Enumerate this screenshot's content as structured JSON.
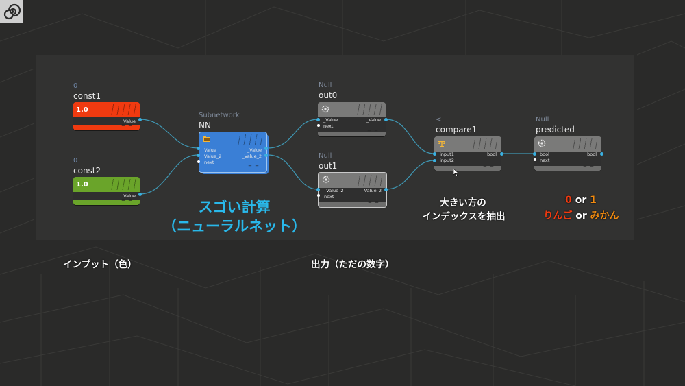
{
  "nodes": {
    "const1": {
      "index": "0",
      "name": "const1",
      "value": "1.0",
      "out_port": "Value",
      "color": "#f03a10"
    },
    "const2": {
      "index": "0",
      "name": "const2",
      "value": "1.0",
      "out_port": "Value",
      "color": "#6aa42a"
    },
    "nn": {
      "type": "Subnetwork",
      "name": "NN",
      "in_ports": [
        "Value",
        "Value_2",
        "next"
      ],
      "out_ports": [
        "_Value",
        "_Value_2"
      ],
      "color": "#3a7fd6"
    },
    "out0": {
      "type": "Null",
      "name": "out0",
      "in_port": "_Value",
      "next_port": "next",
      "out_port": "_Value"
    },
    "out1": {
      "type": "Null",
      "name": "out1",
      "in_port": "_Value_2",
      "next_port": "next",
      "out_port": "_Value_2"
    },
    "compare1": {
      "type": "<",
      "name": "compare1",
      "in_ports": [
        "input1",
        "input2"
      ],
      "out_port": "bool"
    },
    "predicted": {
      "type": "Null",
      "name": "predicted",
      "in_port": "bool",
      "next_port": "next",
      "out_port": "bool"
    }
  },
  "captions": {
    "nn_line1": "スゴい計算",
    "nn_line2": "（ニューラルネット）",
    "compare_line1": "大きい方の",
    "compare_line2": "インデックスを抽出",
    "predicted_0": "0",
    "predicted_or1": "or",
    "predicted_1": "1",
    "predicted_apple": "りんご",
    "predicted_or2": "or",
    "predicted_orange": "みかん",
    "input_label": "インプット（色）",
    "output_label": "出力（ただの数字）"
  },
  "colors": {
    "accent_blue": "#29b8ea",
    "port_blue": "#3ab0e0",
    "red": "#f03a10",
    "orange": "#f08a10",
    "green": "#6aa42a",
    "grey_node": "#6e6e6d"
  }
}
